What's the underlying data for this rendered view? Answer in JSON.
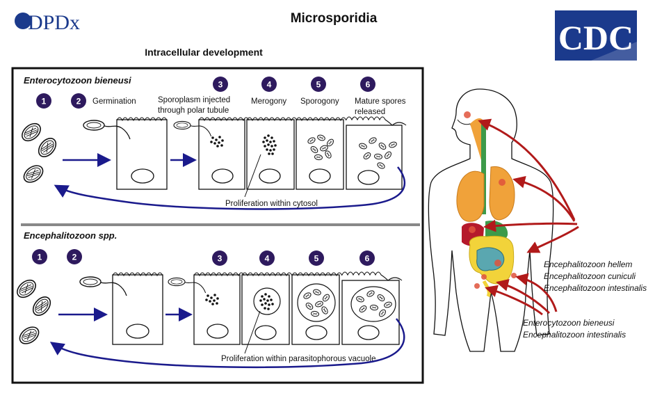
{
  "header": {
    "title": "Microsporidia",
    "subtitle": "Intracellular development",
    "logo_left": "DPDx",
    "logo_right": "CDC"
  },
  "colors": {
    "step_circle": "#2e1a5e",
    "arrow_blue": "#1a1a8c",
    "arrow_red": "#b11a1a",
    "logo_blue": "#1b3a8c",
    "lung": "#f0a23a",
    "liver": "#b5192b",
    "intestine": "#5aa7b0",
    "colon": "#f2d33a",
    "esophagus": "#3d9a4a"
  },
  "panel_top": {
    "species": "Enterocytozoon bieneusi",
    "steps": [
      "1",
      "2",
      "3",
      "4",
      "5",
      "6"
    ],
    "labels": {
      "germination": "Germination",
      "sporoplasm_line1": "Sporoplasm injected",
      "sporoplasm_line2": "through polar tubule",
      "merogony": "Merogony",
      "sporogony": "Sporogony",
      "mature_line1": "Mature spores",
      "mature_line2": "released",
      "proliferation": "Proliferation within cytosol"
    }
  },
  "panel_bottom": {
    "species": "Encephalitozoon spp.",
    "steps": [
      "1",
      "2",
      "3",
      "4",
      "5",
      "6"
    ],
    "labels": {
      "proliferation": "Proliferation within parasitophorous vacuole"
    }
  },
  "body_labels": {
    "group1": [
      "Encephalitozoon hellem",
      "Encephalitozoon cuniculi",
      "Encephalitozoon intestinalis"
    ],
    "group2": [
      "Enterocytozoon bieneusi",
      "Encephalitozoon intestinalis"
    ]
  }
}
